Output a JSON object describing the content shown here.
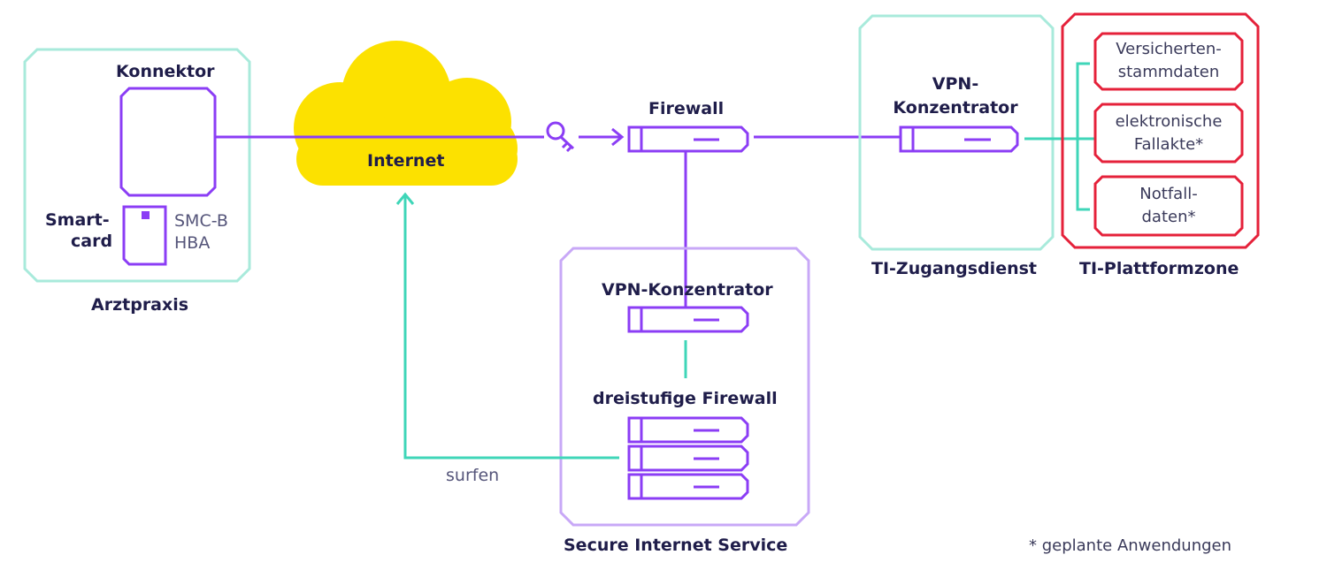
{
  "colors": {
    "purple": "#8b3df5",
    "lavender": "#c8a8f7",
    "teal": "#3fd6b8",
    "teal_light": "#a8eadb",
    "yellow": "#fce100",
    "red": "#e5213a",
    "text": "#1f1d4a"
  },
  "arztpraxis": {
    "title": "Arztpraxis",
    "konnektor": "Konnektor",
    "smartcard_line1": "Smart-",
    "smartcard_line2": "card",
    "card_types_line1": "SMC-B",
    "card_types_line2": "HBA"
  },
  "internet": {
    "label": "Internet"
  },
  "firewall": {
    "label": "Firewall"
  },
  "sis": {
    "title": "Secure Internet Service",
    "vpn": "VPN-Konzentrator",
    "firewall3": "dreistufige Firewall",
    "surfen": "surfen"
  },
  "zugangsdienst": {
    "title": "TI-Zugangsdienst",
    "vpn_line1": "VPN-",
    "vpn_line2": "Konzentrator"
  },
  "plattform": {
    "title": "TI-Plattformzone",
    "apps": [
      {
        "line1": "Versicherten-",
        "line2": "stammdaten"
      },
      {
        "line1": "elektronische",
        "line2": "Fallakte*"
      },
      {
        "line1": "Notfall-",
        "line2": "daten*"
      }
    ]
  },
  "footnote": "* geplante Anwendungen"
}
